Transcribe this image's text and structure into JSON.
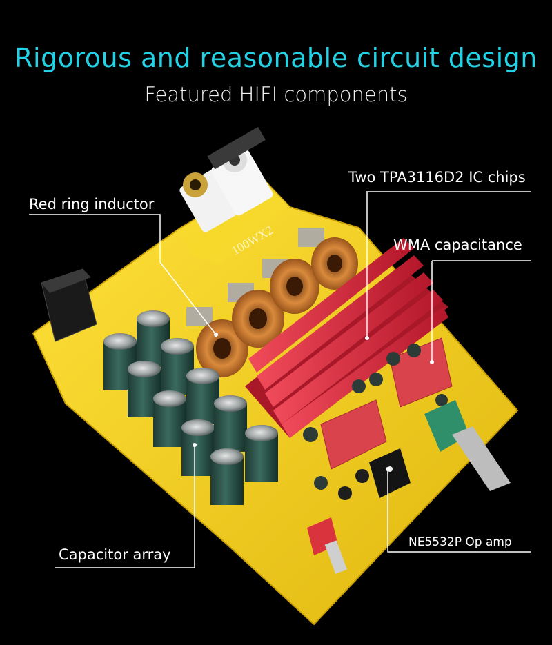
{
  "header": {
    "title": "Rigorous and reasonable circuit design",
    "subtitle": "Featured HIFI components"
  },
  "callouts": {
    "chips": "Two TPA3116D2 IC chips",
    "inductor": "Red ring inductor",
    "wma": "WMA  capacitance",
    "capacitors": "Capacitor array",
    "opamp": "NE5532P Op amp"
  },
  "board": {
    "silkscreen": "100WX2"
  },
  "colors": {
    "title": "#22d3e6",
    "background": "#000000",
    "pcb": "#f3d21a",
    "heatsink": "#d8283a"
  }
}
